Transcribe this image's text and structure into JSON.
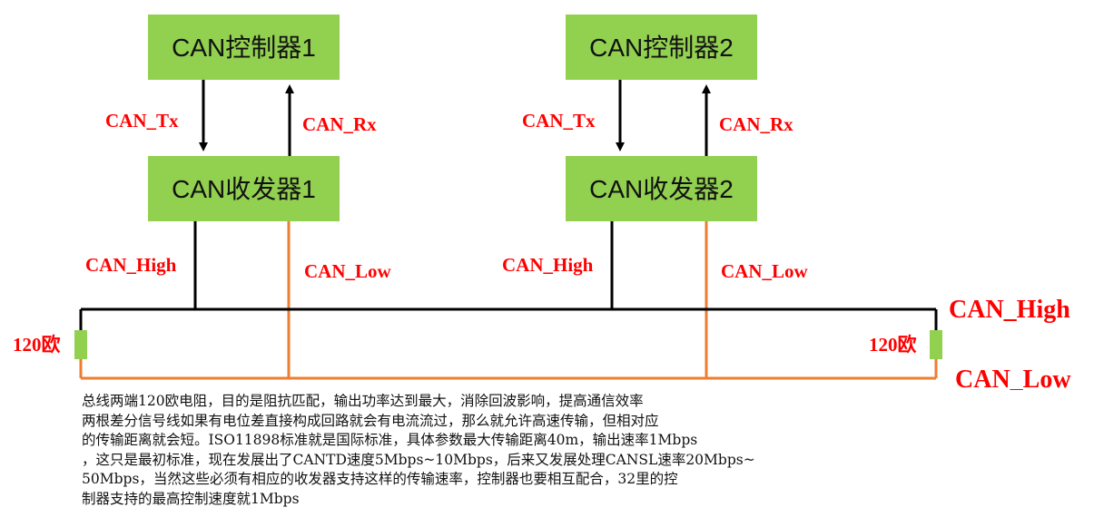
{
  "controllers": [
    "CAN控制器1",
    "CAN控制器2"
  ],
  "transceivers": [
    "CAN收发器1",
    "CAN收发器2"
  ],
  "signals": {
    "tx": "CAN_Tx",
    "rx": "CAN_Rx",
    "high": "CAN_High",
    "low": "CAN_Low"
  },
  "bus": {
    "high_label": "CAN_High",
    "low_label": "CAN_Low",
    "resistor_label": "120欧"
  },
  "colors": {
    "box_fill": "#92d050",
    "label_red": "#ff0000",
    "high_line": "#000000",
    "low_line": "#ed7d31"
  },
  "note_lines": [
    "总线两端120欧电阻，目的是阻抗匹配，输出功率达到最大，消除回波影响，提高通信效率",
    "两根差分信号线如果有电位差直接构成回路就会有电流流过，那么就允许高速传输，但相对应",
    "的传输距离就会短。ISO11898标准就是国际标准，具体参数最大传输距离40m，输出速率1Mbps",
    "，这只是最初标准，现在发展出了CANTD速度5Mbps~10Mbps，后来又发展处理CANSL速率20Mbps~",
    "50Mbps，当然这些必须有相应的收发器支持这样的传输速率，控制器也要相互配合，32里的控",
    "制器支持的最高控制速度就1Mbps"
  ]
}
